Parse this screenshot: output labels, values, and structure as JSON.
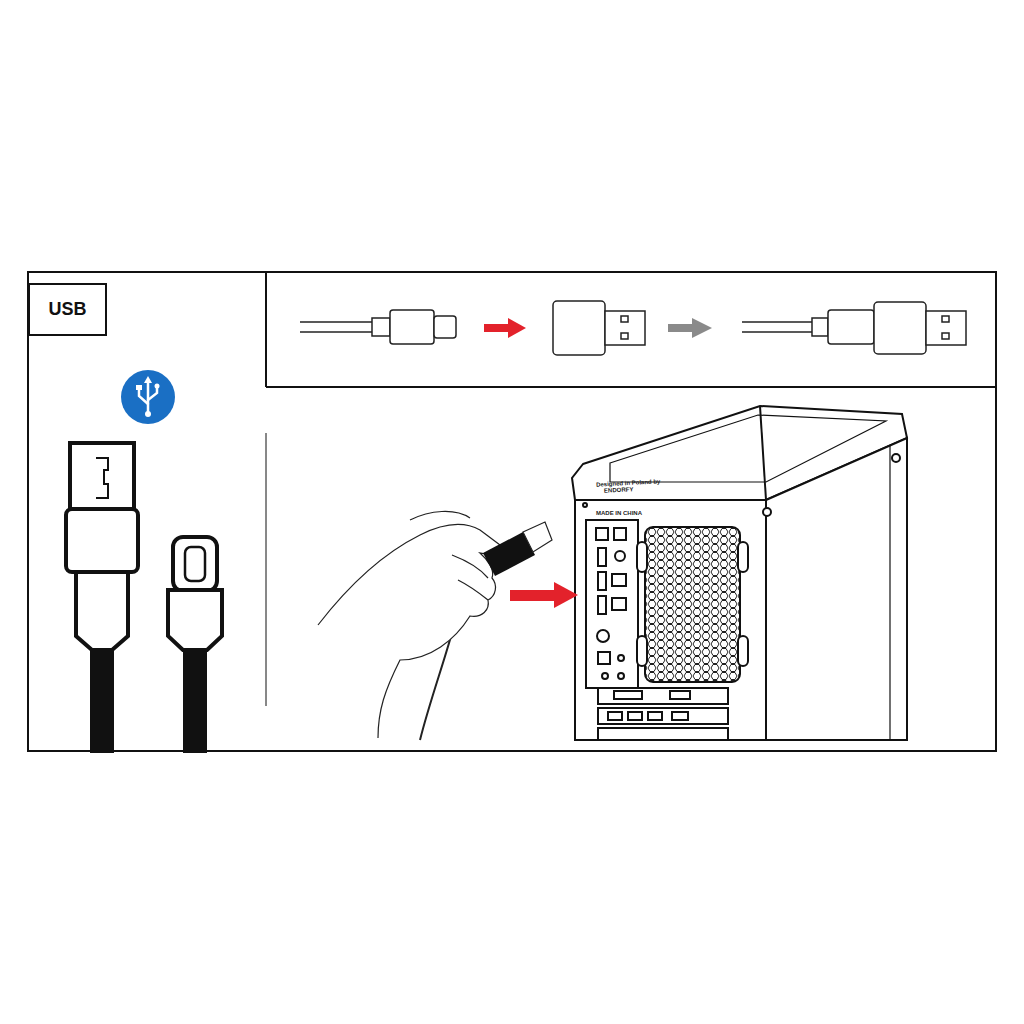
{
  "diagram": {
    "nodes": [
      {
        "text": [
          "USB"
        ]
      }
    ],
    "labels": [
      "Designed in Poland by",
      "ENDORFY",
      "MADE IN CHINA"
    ]
  }
}
